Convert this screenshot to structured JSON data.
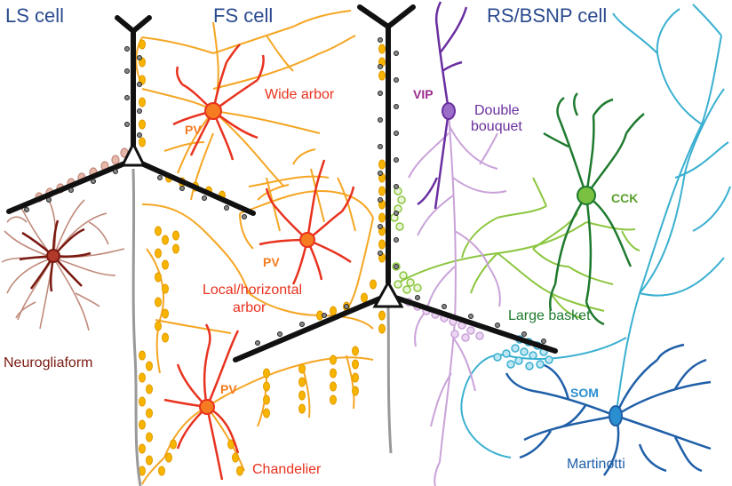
{
  "headers": {
    "ls": "LS cell",
    "fs": "FS cell",
    "rs": "RS/BSNP cell"
  },
  "cells": {
    "wide_arbor": "Wide arbor",
    "pv_wide": "PV",
    "pv_local": "PV",
    "local_line1": "Local/horizontal",
    "local_line2": "arbor",
    "pv_chandelier": "PV",
    "chandelier": "Chandelier",
    "vip": "VIP",
    "double_line1": "Double",
    "double_line2": "bouquet",
    "cck": "CCK",
    "large_basket": "Large basket",
    "som": "SOM",
    "martinotti": "Martinotti",
    "neurogliaform": "Neurogliaform"
  },
  "colors": {
    "header": "#2a4a8f",
    "pyramidal": "#111111",
    "axon_orange": "#f5a623",
    "bouton_orange": "#f7b500",
    "pv_red": "#e8321e",
    "neurogliaform": "#7a1a12",
    "neurogliaform_light": "#c08a7a",
    "vip": "#6a2fa0",
    "vip_light": "#c9a2d8",
    "cck": "#1e7a2e",
    "basket": "#8cc63f",
    "som": "#1f5fa8",
    "martinotti_axon": "#3ab0d0"
  }
}
